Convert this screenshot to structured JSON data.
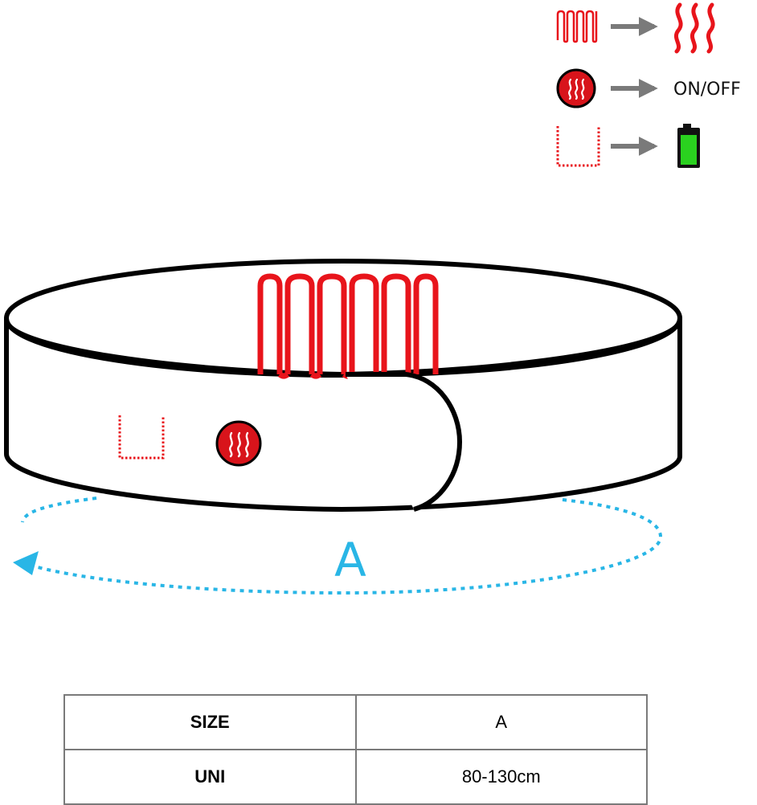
{
  "legend": {
    "items": [
      {
        "symbol": "heating-element-icon",
        "result": "heat-waves-icon",
        "result_label": ""
      },
      {
        "symbol": "power-button-icon",
        "result": "text",
        "result_label": "ON/OFF"
      },
      {
        "symbol": "battery-pocket-icon",
        "result": "battery-icon",
        "result_label": ""
      }
    ]
  },
  "measurement": {
    "label": "A"
  },
  "size_table": {
    "headers": [
      "SIZE",
      "A"
    ],
    "rows": [
      [
        "UNI",
        "80-130cm"
      ]
    ]
  },
  "colors": {
    "heating": "#e8141b",
    "outline": "#000000",
    "measure": "#29b6e6",
    "battery": "#2ad11f",
    "arrow": "#7a7a7a"
  }
}
